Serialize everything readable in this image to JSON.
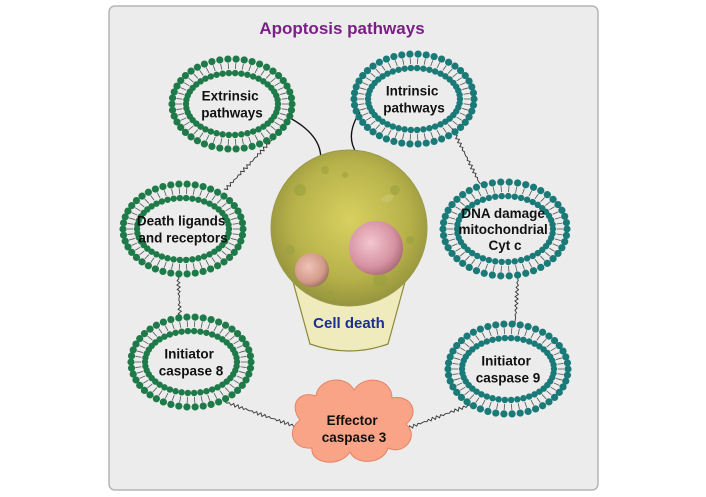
{
  "title": "Apoptosis pathways",
  "nodes": {
    "extrinsic": {
      "lines": [
        "Extrinsic",
        "pathways"
      ],
      "color": "#1f7a4a"
    },
    "intrinsic": {
      "lines": [
        "Intrinsic",
        "pathways"
      ],
      "color": "#1a7a78"
    },
    "death_ligands": {
      "lines": [
        "Death ligands",
        "and receptors"
      ],
      "color": "#1f7a4a"
    },
    "dna_damage": {
      "lines": [
        "DNA damage",
        "mitochondrial",
        "Cyt c"
      ],
      "color": "#1a7a78"
    },
    "initiator8": {
      "lines": [
        "Initiator",
        "caspase 8"
      ],
      "color": "#1f7a4a"
    },
    "initiator9": {
      "lines": [
        "Initiator",
        "caspase 9"
      ],
      "color": "#1a7a78"
    }
  },
  "effector": {
    "lines": [
      "Effector",
      "caspase 3"
    ],
    "color": "#f9a487"
  },
  "center": {
    "label": "Cell death"
  },
  "colors": {
    "frame_bg": "#ececec",
    "frame_border": "#b5b5b5",
    "title": "#7a1f86",
    "cell_death_text": "#1b2f8f"
  }
}
